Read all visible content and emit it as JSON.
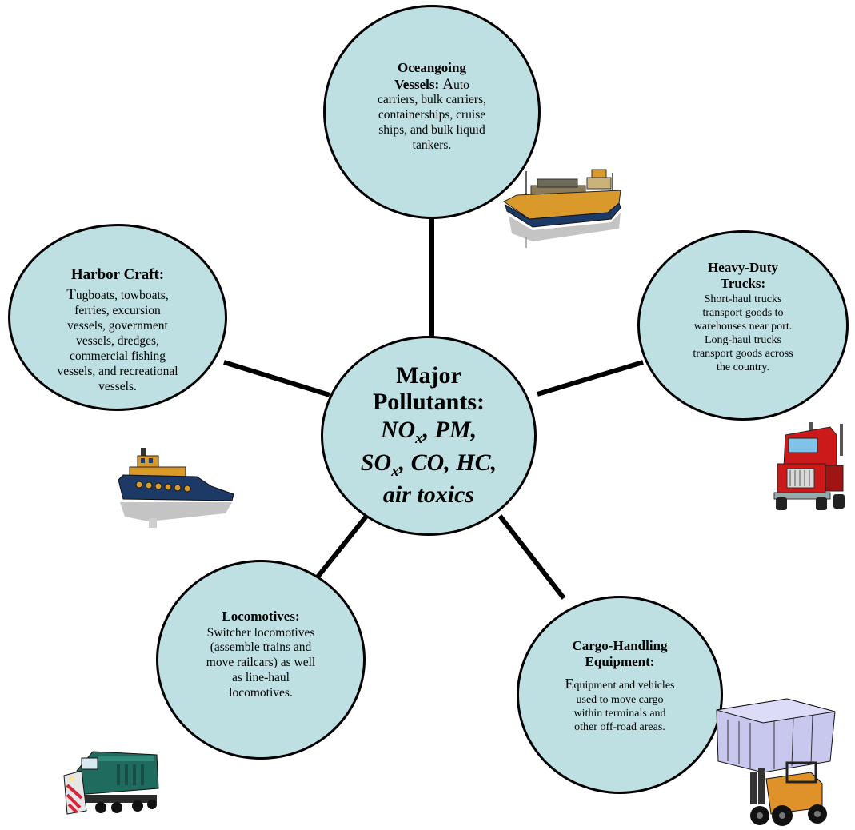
{
  "center": {
    "title_line1": "Major",
    "title_line2": "Pollutants:",
    "pollutants_line1_a": "NO",
    "pollutants_line1_sub": "x",
    "pollutants_line1_b": ", PM,",
    "pollutants_line2_a": "SO",
    "pollutants_line2_sub": "x",
    "pollutants_line2_b": ", CO, HC,",
    "pollutants_line3": "air toxics"
  },
  "nodes": {
    "oceangoing": {
      "title_line1": "Oceangoing",
      "title_line2": "Vessels:",
      "first_letter": "A",
      "text_line1_rest": "uto",
      "text_lines": [
        "carriers, bulk carriers,",
        "containerships, cruise",
        "ships, and bulk liquid",
        "tankers."
      ]
    },
    "trucks": {
      "title_line1": "Heavy-Duty",
      "title_line2": "Trucks:",
      "text_lines": [
        "Short-haul trucks",
        "transport goods to",
        "warehouses near port.",
        "Long-haul trucks",
        "transport goods across",
        "the country."
      ]
    },
    "cargo": {
      "title_line1": "Cargo-Handling",
      "title_line2": "Equipment:",
      "first_letter": "E",
      "text_line1_rest": "quipment and vehicles",
      "text_lines": [
        "used to move cargo",
        "within terminals and",
        "other off-road areas."
      ]
    },
    "locomotives": {
      "title": "Locomotives:",
      "text_lines": [
        "Switcher locomotives",
        "(assemble trains and",
        "move railcars) as well",
        "as line-haul",
        "locomotives."
      ]
    },
    "harbor": {
      "title": "Harbor Craft:",
      "first_letter": "T",
      "text_line1_rest": "ugboats, towboats,",
      "text_lines": [
        "ferries, excursion",
        "vessels, government",
        "vessels, dredges,",
        "commercial fishing",
        "vessels, and recreational",
        "vessels."
      ]
    }
  },
  "colors": {
    "circle_fill": "#bfe0e3",
    "outline": "#000000",
    "ship_hull": "#1d3a66",
    "ship_deck": "#d99a2b",
    "truck_red": "#cc1a1a",
    "train_green": "#1f6b5e",
    "container_lavender": "#c8c8ee",
    "forklift_orange": "#e0922a"
  },
  "icons": [
    "cargo-ship-icon",
    "tugboat-icon",
    "semi-truck-icon",
    "locomotive-icon",
    "forklift-container-icon"
  ]
}
